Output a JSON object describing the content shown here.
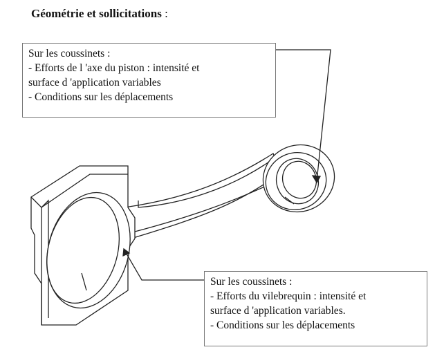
{
  "title": {
    "bold": "Géométrie et sollicitations",
    "suffix": " :"
  },
  "callouts": [
    {
      "lines": [
        "Sur les coussinets :",
        "- Efforts de l 'axe du piston : intensité et",
        "surface d 'application variables",
        "- Conditions sur les déplacements"
      ]
    },
    {
      "lines": [
        "Sur les coussinets :",
        "- Efforts du vilebrequin : intensité et",
        "surface d 'application variables.",
        "- Conditions sur les déplacements"
      ]
    }
  ]
}
